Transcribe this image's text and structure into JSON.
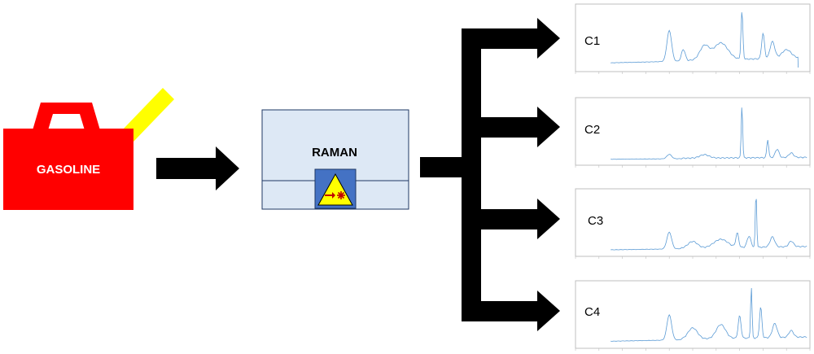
{
  "gasoline": {
    "label": "GASOLINE",
    "body_color": "#ff0000",
    "spout_color": "#ffff00"
  },
  "raman": {
    "label": "RAMAN",
    "box_fill": "#dde8f5",
    "box_stroke": "#1f3864",
    "laser_icon": "laser-warning-icon"
  },
  "arrow_color": "#000000",
  "spectra": [
    {
      "label": "C1",
      "line_color": "#5b9bd5"
    },
    {
      "label": "C2",
      "line_color": "#5b9bd5"
    },
    {
      "label": "C3",
      "line_color": "#5b9bd5"
    },
    {
      "label": "C4",
      "line_color": "#5b9bd5"
    }
  ]
}
